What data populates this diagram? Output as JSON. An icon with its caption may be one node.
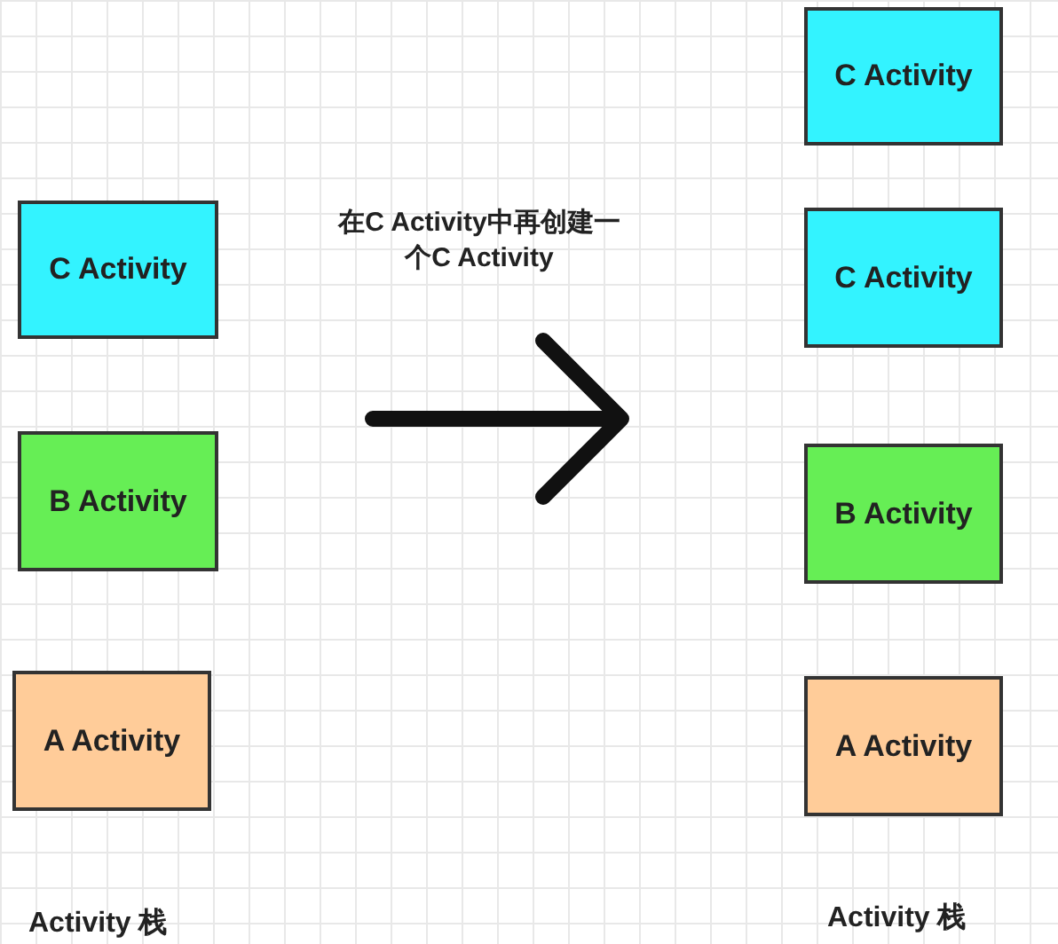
{
  "diagram": {
    "nodes": [
      {
        "text": [
          "C Activity"
        ]
      },
      {
        "text": [
          "B Activity"
        ]
      },
      {
        "text": [
          "A Activity"
        ]
      },
      {
        "text": [
          "C Activity"
        ]
      },
      {
        "text": [
          "C Activity"
        ]
      },
      {
        "text": [
          "B Activity"
        ]
      },
      {
        "text": [
          "A Activity"
        ]
      }
    ],
    "edges": [],
    "labels": [
      "在C Activity中再创建一个C Activity",
      "Activity 栈",
      "Activity 栈"
    ]
  }
}
